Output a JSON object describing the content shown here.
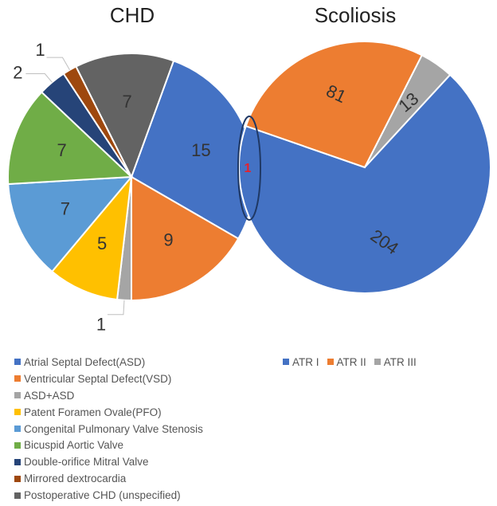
{
  "chart_data": [
    {
      "type": "pie",
      "title": "CHD",
      "categories": [
        "Atrial Septal Defect(ASD)",
        "Ventricular Septal Defect(VSD)",
        "ASD+ASD",
        "Patent Foramen Ovale(PFO)",
        "Congenital Pulmonary Valve Stenosis",
        "Bicuspid Aortic Valve",
        "Double-orifice Mitral Valve",
        "Mirrored dextrocardia",
        "Postoperative CHD (unspecified)"
      ],
      "values": [
        15,
        9,
        1,
        5,
        7,
        7,
        2,
        1,
        7
      ],
      "colors": [
        "#4472C4",
        "#ED7D31",
        "#A5A5A5",
        "#FFC000",
        "#5B9BD5",
        "#70AD47",
        "#264478",
        "#9E480E",
        "#636363"
      ],
      "legend": "bottom-left"
    },
    {
      "type": "pie",
      "title": "Scoliosis",
      "categories": [
        "ATR I",
        "ATR II",
        "ATR III"
      ],
      "values": [
        204,
        81,
        13
      ],
      "colors": [
        "#4472C4",
        "#ED7D31",
        "#A5A5A5"
      ],
      "legend": "bottom-right"
    }
  ],
  "overlap": {
    "label": "1",
    "color": "#E8212B"
  }
}
